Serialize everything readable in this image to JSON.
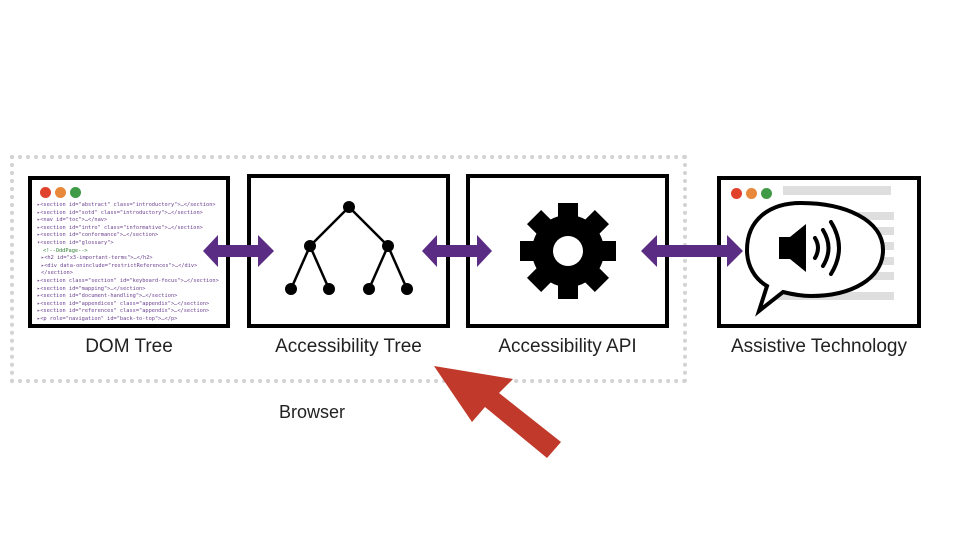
{
  "nodes": {
    "dom_tree": "DOM Tree",
    "accessibility_tree": "Accessibility Tree",
    "accessibility_api": "Accessibility API",
    "assistive_technology": "Assistive Technology"
  },
  "group_label": "Browser",
  "colors": {
    "arrow_purple": "#5b2c83",
    "pointer_red": "#c0392b",
    "dot_red": "#e0422c",
    "dot_orange": "#e8883a",
    "dot_green": "#3f9b46"
  },
  "dom_code": [
    "▸<section id=\"abstract\" class=\"introductory\">…</section>",
    "▸<section id=\"sotd\" class=\"introductory\">…</section>",
    "▸<nav id=\"toc\">…</nav>",
    "▸<section id=\"intro\" class=\"informative\">…</section>",
    "▸<section id=\"conformance\">…</section>",
    "▾<section id=\"glossary\">",
    "<!--OddPage-->",
    "▸<h2 id=\"x3-important-terms\">…</h2>",
    "▸<div data-oninclude=\"restrictReferences\">…</div>",
    "</section>",
    "▸<section class=\"section\" id=\"keyboard-focus\">…</section>",
    "▸<section id=\"mapping\">…</section>",
    "▸<section id=\"document-handling\">…</section>",
    "▸<section id=\"appendices\" class=\"appendix\">…</section>",
    "▸<section id=\"references\" class=\"appendix\">…</section>",
    "▸<p role=\"navigation\" id=\"back-to-top\">…</p>"
  ],
  "icons": {
    "tree": "hierarchy-tree-icon",
    "gear": "gear-icon",
    "speaker": "speaker-icon",
    "pointer": "pointer-arrow-icon"
  }
}
